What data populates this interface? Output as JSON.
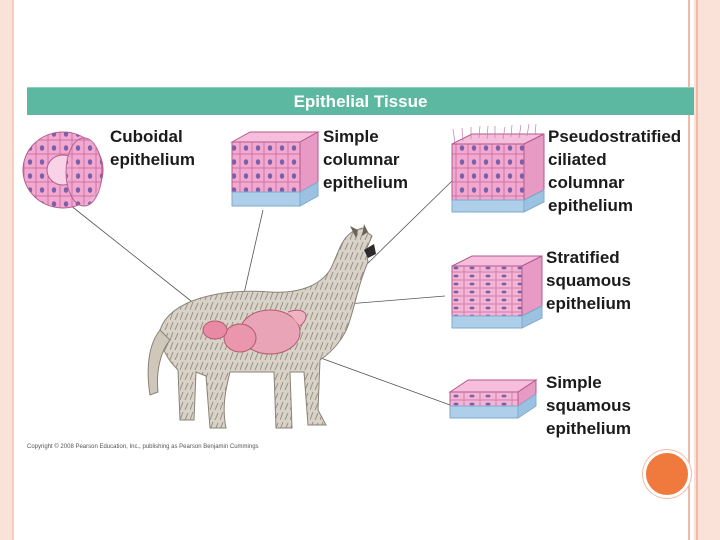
{
  "diagram": {
    "title": "Epithelial Tissue",
    "labels": {
      "cuboidal": "Cuboidal\nepithelium",
      "simple_columnar": "Simple\ncolumnar\nepithelium",
      "pseudostratified": "Pseudostratified\nciliated\ncolumnar\nepithelium",
      "stratified_squamous": "Stratified\nsquamous\nepithelium",
      "simple_squamous": "Simple\nsquamous\nepithelium"
    },
    "copyright": "Copyright © 2008 Pearson Education, Inc., publishing as Pearson Benjamin Cummings"
  },
  "colors": {
    "banner": "#5cb8a0",
    "cell_fill": "#f2a9cf",
    "nucleus": "#7b5fa8",
    "basement": "#aecfea",
    "accent_circle": "#f07a3e",
    "rail": "#fbe2d8"
  },
  "icons": [
    "wolf-illustration",
    "tissue-block-illustration",
    "accent-circle"
  ]
}
